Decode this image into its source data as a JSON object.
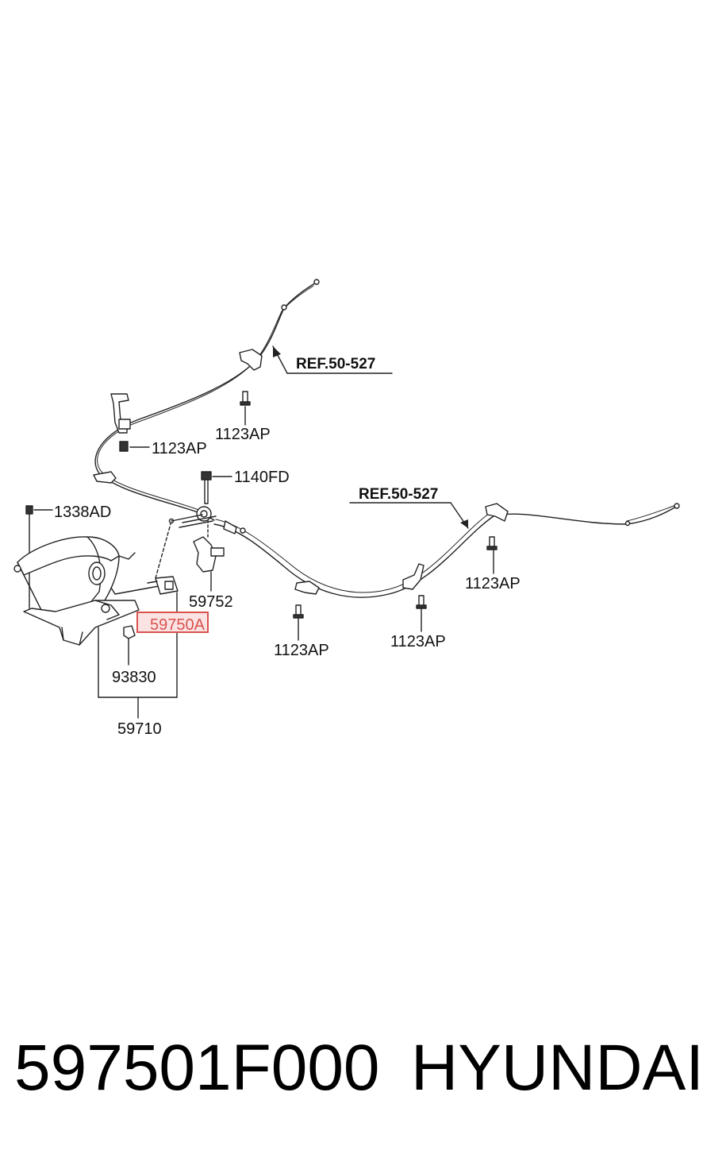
{
  "labels": {
    "ref_top": "REF.50-527",
    "ref_right": "REF.50-527",
    "bolt_upper": "1123AP",
    "bolt_left": "1123AP",
    "bolt_1140": "1140FD",
    "bolt_1338": "1338AD",
    "part_59752": "59752",
    "part_59750a": "59750A",
    "part_93830": "93830",
    "part_59710": "59710",
    "bolt_mid": "1123AP",
    "bolt_center_right": "1123AP",
    "bolt_right": "1123AP"
  },
  "footer": {
    "part_number": "597501F000",
    "brand": "HYUNDAI"
  },
  "colors": {
    "line": "#222222",
    "highlight_border": "#d9534f",
    "highlight_fill": "#fbe3e3"
  }
}
